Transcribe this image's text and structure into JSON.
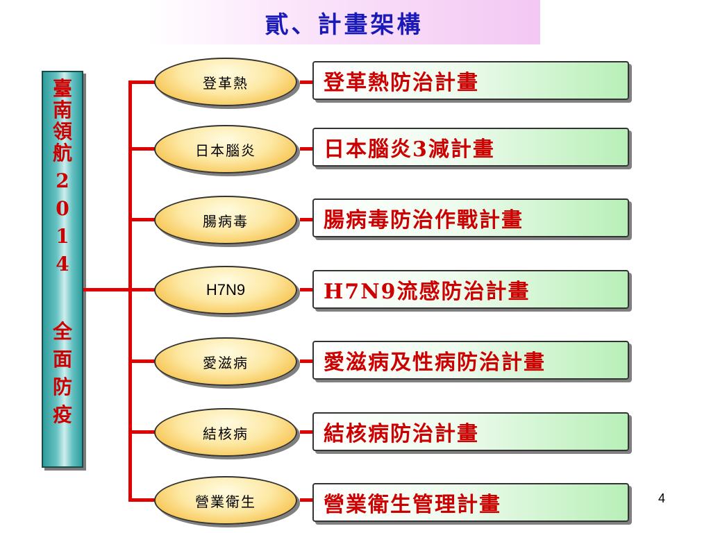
{
  "title": "貳、計畫架構",
  "side_banner": {
    "chars": [
      "臺",
      "南",
      "領",
      "航",
      "2",
      "0",
      "1",
      "4",
      "",
      "全",
      "面",
      "防",
      "疫"
    ]
  },
  "items": [
    {
      "oval": "登革熱",
      "plan": "登革熱防治計畫"
    },
    {
      "oval": "日本腦炎",
      "plan": "日本腦炎3減計畫"
    },
    {
      "oval": "腸病毒",
      "plan": "腸病毒防治作戰計畫"
    },
    {
      "oval": "H7N9",
      "plan": "H7N9流感防治計畫"
    },
    {
      "oval": "愛滋病",
      "plan": "愛滋病及性病防治計畫"
    },
    {
      "oval": "結核病",
      "plan": "結核病防治計畫"
    },
    {
      "oval": "營業衛生",
      "plan": "營業衛生管理計畫"
    }
  ],
  "page_number": "4",
  "colors": {
    "title": "#1a1ab8",
    "accent_red": "#e00000",
    "banner_teal": "#2f9c9c",
    "oval_gold": "#f6c047",
    "box_green": "#b8efb8"
  }
}
